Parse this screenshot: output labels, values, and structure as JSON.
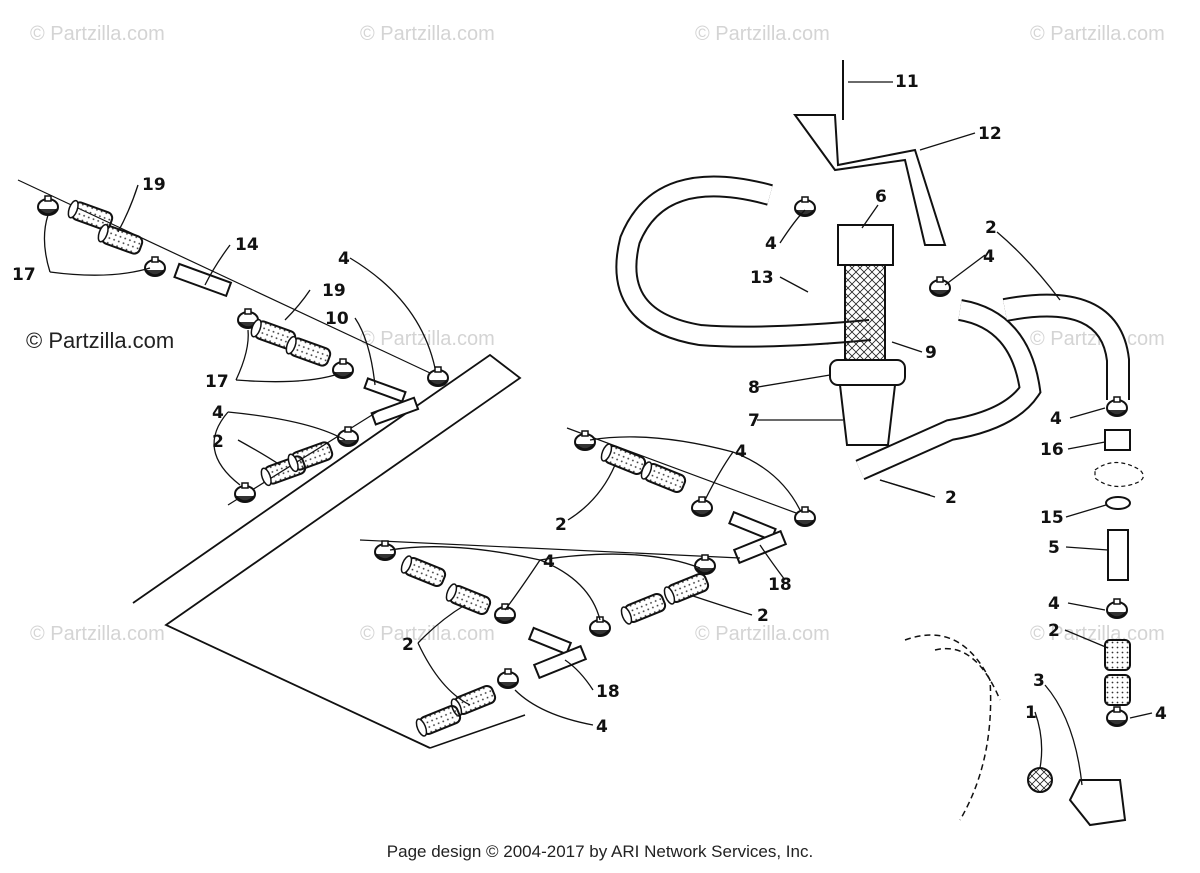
{
  "watermark": {
    "text": "© Partzilla.com",
    "prominent": "© Partzilla.com"
  },
  "footer": {
    "text": "Page design © 2004-2017 by ARI Network Services, Inc."
  },
  "diagram": {
    "callouts": [
      "1",
      "2",
      "3",
      "4",
      "5",
      "6",
      "7",
      "8",
      "9",
      "10",
      "11",
      "12",
      "13",
      "14",
      "15",
      "16",
      "17",
      "18",
      "19"
    ],
    "labels": {
      "l19a": "19",
      "l17a": "17",
      "l14": "14",
      "l4a": "4",
      "l19b": "19",
      "l10": "10",
      "l17b": "17",
      "l4b": "4",
      "l2a": "2",
      "l11": "11",
      "l12": "12",
      "l6": "6",
      "l4c": "4",
      "l13": "13",
      "l4d": "4",
      "l2b": "2",
      "l9": "9",
      "l8": "8",
      "l7": "7",
      "l4e": "4",
      "l2c": "2",
      "l2d": "2",
      "l4f": "4",
      "l18a": "18",
      "l2e": "2",
      "l2f": "2",
      "l18b": "18",
      "l4g": "4",
      "l4h": "4",
      "l16": "16",
      "l15": "15",
      "l5": "5",
      "l4i": "4",
      "l2g": "2",
      "l3": "3",
      "l1": "1",
      "l4j": "4"
    }
  },
  "colors": {
    "ink": "#111111",
    "watermark": "#d4d4d4",
    "background": "#ffffff"
  }
}
